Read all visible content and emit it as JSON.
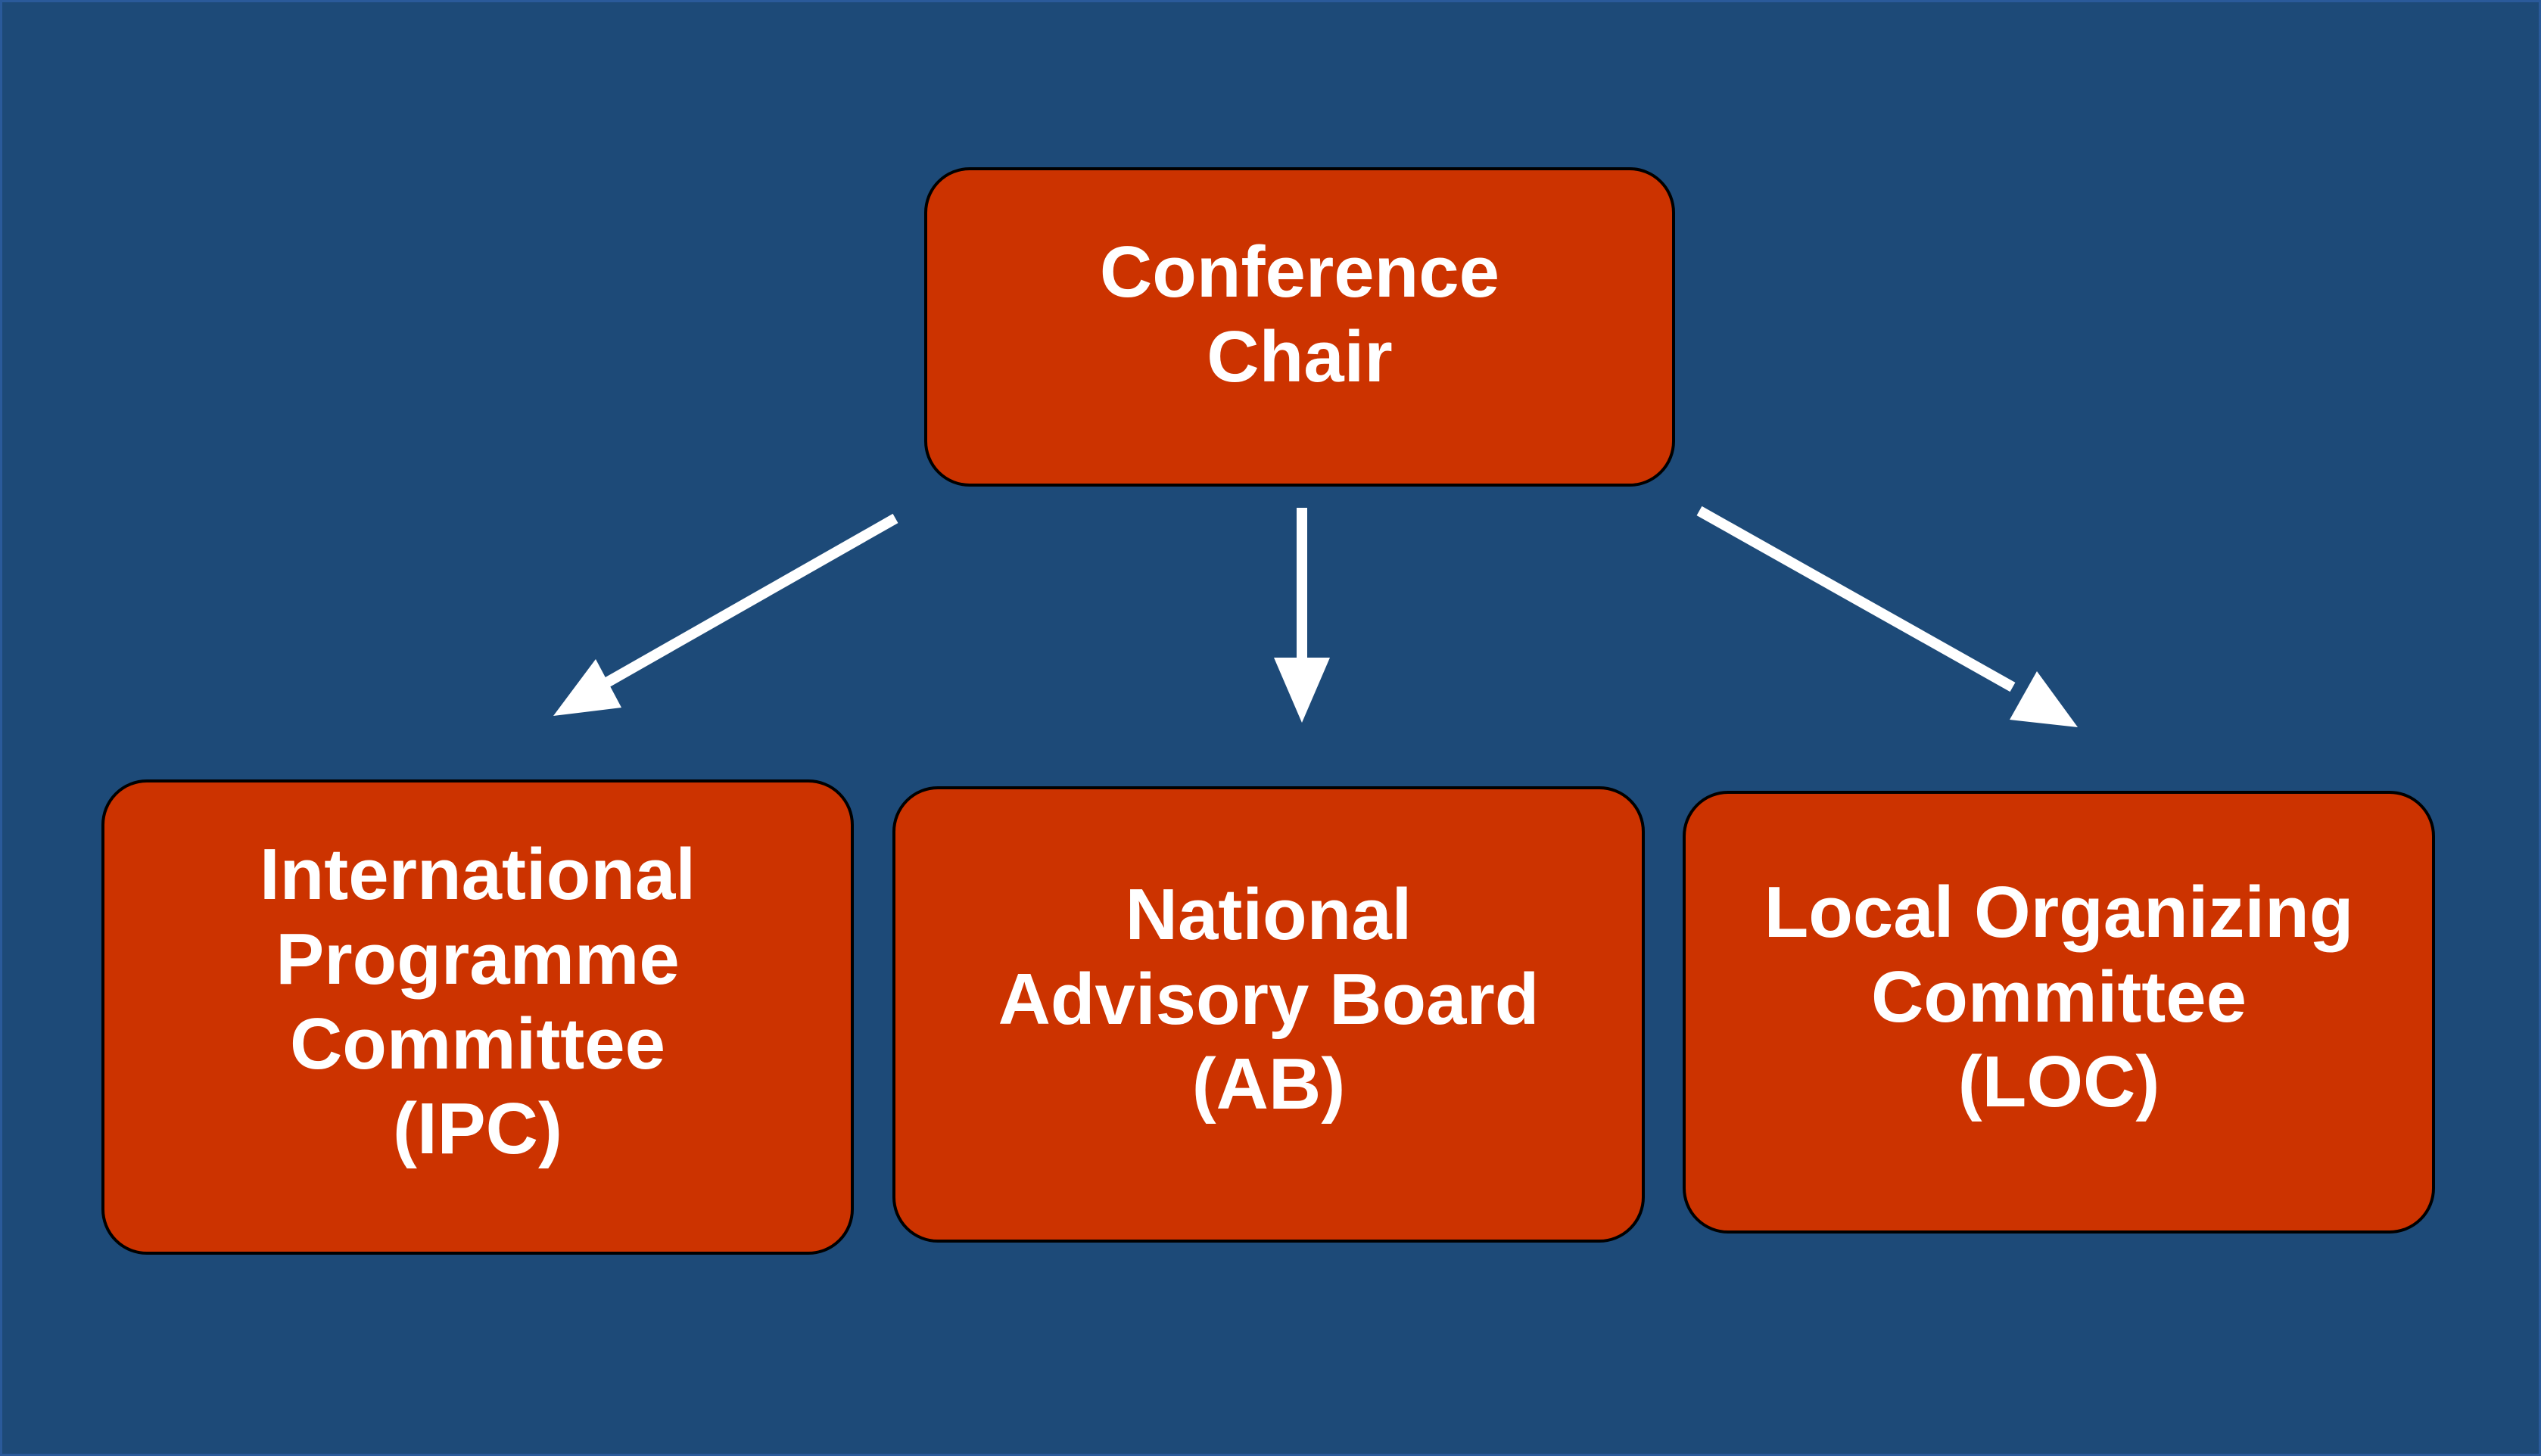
{
  "colors": {
    "background": "#1d4a78",
    "box_fill": "#cc3300",
    "box_border": "#000000",
    "text": "#ffffff",
    "arrow": "#ffffff"
  },
  "diagram": {
    "root": {
      "label": "Conference\nChair"
    },
    "children": [
      {
        "label": "International\nProgramme\nCommittee\n(IPC)"
      },
      {
        "label": "National\nAdvisory Board\n(AB)"
      },
      {
        "label": "Local Organizing\nCommittee\n(LOC)"
      }
    ]
  }
}
